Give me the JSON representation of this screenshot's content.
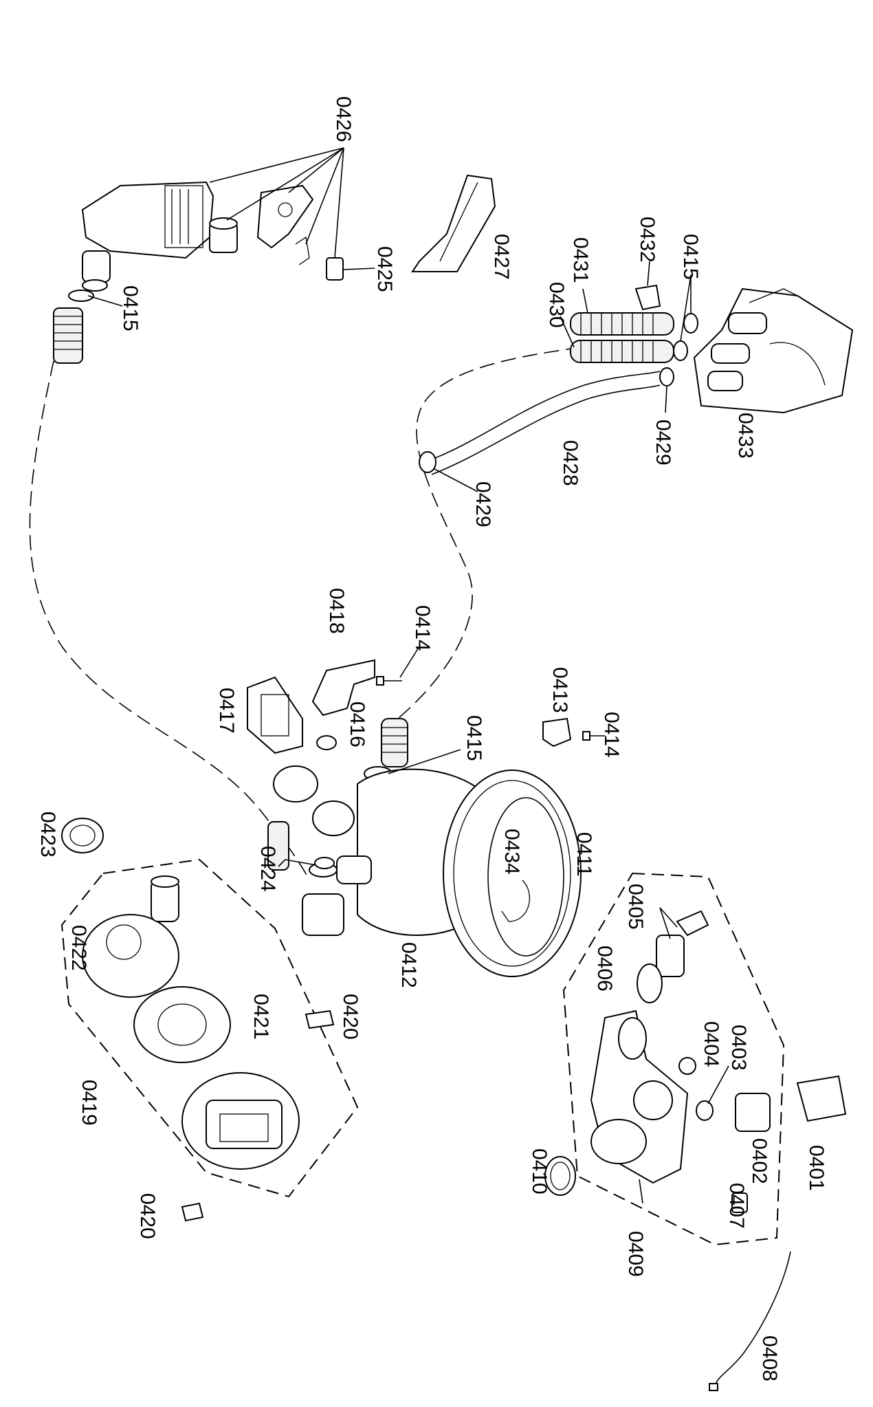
{
  "labels": {
    "l0426": "0426",
    "l0415a": "0415",
    "l0425": "0425",
    "l0427": "0427",
    "l0431": "0431",
    "l0432": "0432",
    "l0415b": "0415",
    "l0430": "0430",
    "l0429a": "0429",
    "l0433": "0433",
    "l0428": "0428",
    "l0429b": "0429",
    "l0418": "0418",
    "l0414a": "0414",
    "l0417": "0417",
    "l0416": "0416",
    "l0413": "0413",
    "l0415c": "0415",
    "l0414b": "0414",
    "l0423": "0423",
    "l0424": "0424",
    "l0434": "0434",
    "l0411": "0411",
    "l0405": "0405",
    "l0422": "0422",
    "l0412": "0412",
    "l0406": "0406",
    "l0421": "0421",
    "l0420a": "0420",
    "l0404": "0404",
    "l0403": "0403",
    "l0419": "0419",
    "l0402": "0402",
    "l0401": "0401",
    "l0410": "0410",
    "l0407": "0407",
    "l0420b": "0420",
    "l0409": "0409",
    "l0408": "0408"
  }
}
